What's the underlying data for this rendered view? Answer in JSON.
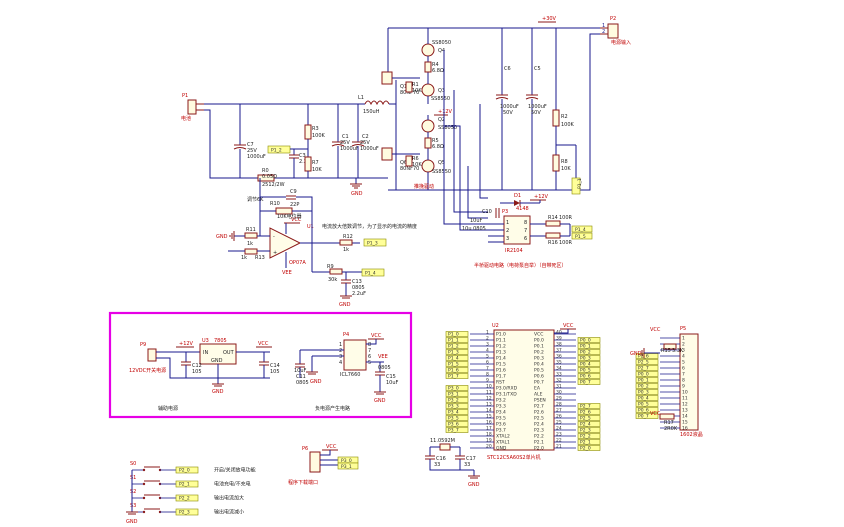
{
  "power": {
    "p2_ref": "P2",
    "p2_label": "电源输入",
    "p1_ref": "P1",
    "p1_label": "电池",
    "v30": "+30V",
    "v12": "+12V",
    "vcc": "VCC",
    "gnd": "GND"
  },
  "buck": {
    "l1": "L1",
    "l1_val": "150uH",
    "q1": "Q1",
    "q1_val": "80NF70",
    "q2": "Q2",
    "q2_val": "SS8050",
    "q3": "Q3",
    "q3_val": "SS8550",
    "q4": "Q4",
    "q4_val": "SS8050",
    "q5": "Q5",
    "q5_val": "SS8550",
    "q6": "Q6",
    "q6_val": "80NF70",
    "r1": "R1",
    "r1_val": "10K",
    "r4": "R4",
    "r4_val": "6.8Ω",
    "r5": "R5",
    "r5_val": "6.8Ω",
    "r6": "R6",
    "r6_val": "10K",
    "r2": "R2",
    "r2_val": "100K",
    "r3": "R3",
    "r3_val": "100K",
    "r7": "R7",
    "r7_val": "10K",
    "r8": "R8",
    "r8_val": "10K",
    "c1": "C1",
    "c1_val": "25V",
    "c1_val2": "1000uF",
    "c2": "C2",
    "c2_val": "25V",
    "c2_val2": "1000uF",
    "c3": "C3",
    "c3_val": "2.2u",
    "c5": "C5",
    "c5_val": "1000uF",
    "c5_val2": "50V",
    "c6": "C6",
    "c6_val": "1000uF",
    "c6_val2": "50V",
    "c7": "C7",
    "c7_val": "25V",
    "c7_val2": "1000uF",
    "r0": "R0",
    "r0_val": "0.05Ω",
    "r0_val2": "2512/2W",
    "drive_label": "推挽驱动",
    "net_p1_2": "P1_2",
    "net_p1_1": "P1_1"
  },
  "opamp": {
    "tune": "调节6K",
    "pot": "10K电位器",
    "pot_ref": "R10",
    "c9": "C9",
    "c9_val": "22P",
    "r11": "R11",
    "r11_val": "1k",
    "r12": "R12",
    "r12_val": "1k",
    "r13": "R13",
    "r13_val": "1k",
    "r9": "R9",
    "r9_val": "30k",
    "u1": "U1",
    "u1_val": "OP07A",
    "note": "电流放大倍数调节，为了显示的电流的精度",
    "c13": "C13",
    "c13_val": "0805",
    "c13_val2": "2.2uF",
    "net_p1_3": "P1_3",
    "net_p1_4": "P1_4",
    "vee": "VEE",
    "gnd": "GND"
  },
  "halfbridge": {
    "u3": "IR2104",
    "d1": "D1",
    "d1_val": "4148",
    "c10": "C10",
    "c10_val": "10uF",
    "p3": "P3",
    "r14": "R14",
    "r14_val": "100R",
    "r16": "R16",
    "r16_val": "100R",
    "net_p1_4": "P1_4",
    "net_p1_5": "P1_5",
    "title": "半桥驱动电路（电荷泵自举）（自带死区）",
    "v12": "+12V",
    "c10_label": "10u 0805"
  },
  "aux": {
    "p9": "P9",
    "p9_label": "12VDC开关电源",
    "u3": "U3",
    "u3_val": "7805",
    "in": "IN",
    "out": "OUT",
    "gnd": "GND",
    "c12": "C12",
    "c12_val": "105",
    "c14": "C14",
    "c14_val": "105",
    "title": "辅助电源",
    "v12": "+12V",
    "vcc": "VCC"
  },
  "negsupply": {
    "p4": "P4",
    "ic": "ICL7660",
    "c11": "C11",
    "c11_val": "10uF",
    "c11_val2": "0805",
    "c15": "C15",
    "c15_val": "0805",
    "c15_val2": "10uF",
    "title": "负电源产生电路",
    "vcc": "VCC",
    "vee": "VEE",
    "gnd": "GND"
  },
  "mcu": {
    "u2": "U2",
    "part": "STC12C5A60S2单片机",
    "vcc": "VCC",
    "crystal": "11.0592M",
    "c16": "C16",
    "c16_val": "33",
    "c17": "C17",
    "c17_val": "33",
    "gnd": "GND",
    "left_nets": [
      "P1_0",
      "P1_1",
      "P1_2",
      "P1_3",
      "P1_4",
      "P1_5",
      "P1_6",
      "P1_7",
      "",
      "P3_0",
      "P3_1",
      "P3_2",
      "P3_3",
      "P3_4",
      "P3_5",
      "P3_6",
      "P3_7",
      "",
      ""
    ],
    "left_pins": [
      "P1.0",
      "P1.1",
      "P1.2",
      "P1.3",
      "P1.4",
      "P1.5",
      "P1.6",
      "P1.7",
      "RST",
      "P3.0/RXD",
      "P3.1/TXD",
      "P3.2",
      "P3.3",
      "P3.4",
      "P3.5",
      "P3.6",
      "P3.7",
      "XTAL2",
      "XTAL1",
      "GND"
    ],
    "right_pins": [
      "VCC",
      "P0.0",
      "P0.1",
      "P0.2",
      "P0.3",
      "P0.4",
      "P0.5",
      "P0.6",
      "P0.7",
      "EA",
      "ALE",
      "PSEN",
      "P2.7",
      "P2.6",
      "P2.5",
      "P2.4",
      "P2.3",
      "P2.2",
      "P2.1",
      "P2.0"
    ],
    "right_nets": [
      "",
      "P0_0",
      "P0_1",
      "P0_2",
      "P0_3",
      "P0_4",
      "P0_5",
      "P0_6",
      "P0_7",
      "",
      "",
      "",
      "P2_7",
      "P2_6",
      "P2_5",
      "P2_4",
      "P2_3",
      "P2_2",
      "P2_1",
      "P2_0"
    ]
  },
  "lcd": {
    "p5": "P5",
    "title": "1602液晶",
    "pot": "R17",
    "pot_val": "2R0K",
    "r15": "R15",
    "r15_val": "3.3K",
    "vcc": "VCC",
    "gnd": "GND",
    "nets": [
      "GND",
      "VCC",
      "",
      "P2_6",
      "P2_5",
      "P2_7",
      "P0_0",
      "P0_1",
      "P0_2",
      "P0_3",
      "P0_4",
      "P0_5",
      "P0_6",
      "P0_7",
      "VCC",
      "GND"
    ]
  },
  "keys": {
    "s0": "S0",
    "s1": "S1",
    "s2": "S2",
    "s3": "S3",
    "net0": "P2_0",
    "net1": "P2_1",
    "net2": "P2_2",
    "net3": "P2_3",
    "desc0": "开启/关闭放电功能",
    "desc1": "电池充电/不充电",
    "desc2": "输出电流加大",
    "desc3": "输出电流减小",
    "gnd": "GND"
  },
  "prog": {
    "p6": "P6",
    "title": "程序下载端口",
    "vcc": "VCC",
    "net0": "P3_0",
    "net1": "P3_1"
  }
}
